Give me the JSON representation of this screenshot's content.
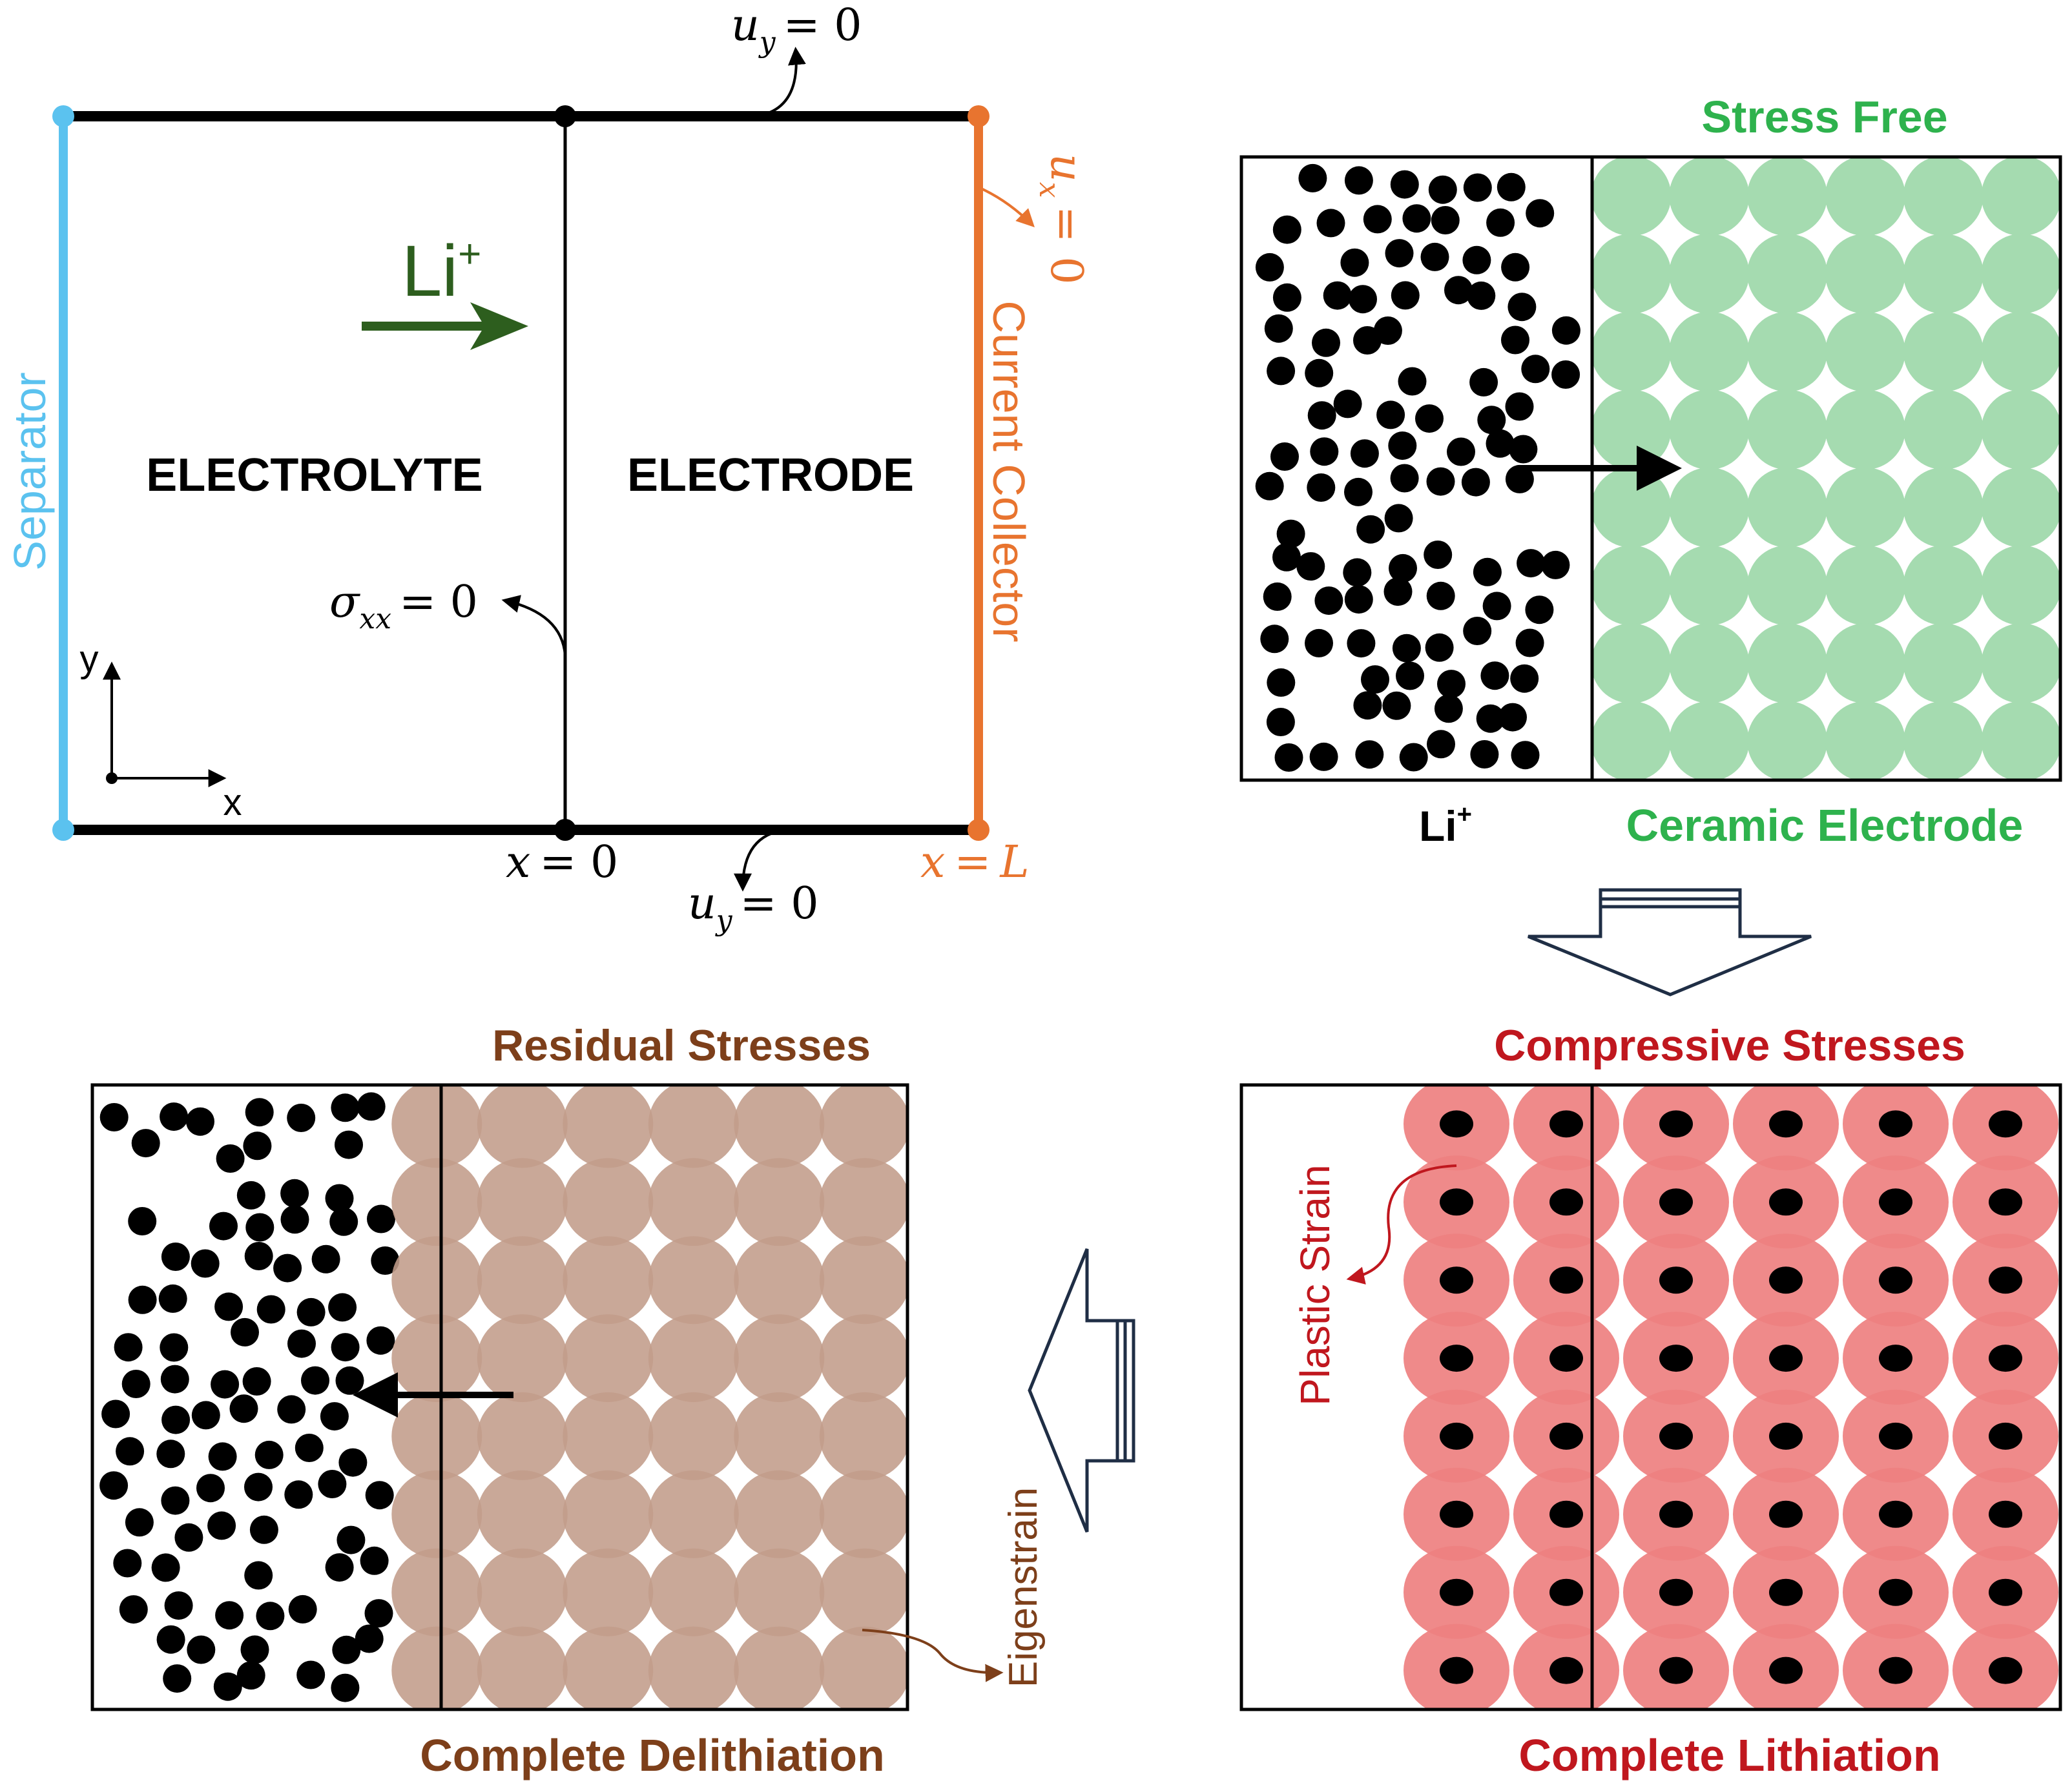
{
  "schematic": {
    "electrolyte_label": "ELECTROLYTE",
    "electrode_label": "ELECTRODE",
    "separator_label": "Separator",
    "current_collector_label": "Current Collector",
    "ion_label": "Li",
    "ion_charge": "+",
    "bc_uy": {
      "var": "u",
      "sub": "y",
      "rhs": "= 0"
    },
    "bc_ux": {
      "var": "u",
      "sub": "x",
      "rhs": "= 0"
    },
    "bc_sigma": {
      "var": "σ",
      "sub": "xx",
      "rhs": "= 0"
    },
    "x0_label": {
      "lhs": "x",
      "rhs": "= 0"
    },
    "xL_label": {
      "lhs": "x",
      "mid": "=",
      "rhs": "L"
    },
    "axis_x": "x",
    "axis_y": "y",
    "colors": {
      "separator": "#5bc2ef",
      "collector": "#e8742f",
      "ion_arrow": "#2d5e1e",
      "line": "#000000"
    }
  },
  "panel_stress_free": {
    "title": "Stress Free",
    "left_caption": "Li",
    "left_caption_charge": "+",
    "right_caption": "Ceramic Electrode",
    "colors": {
      "title": "#2eb24d",
      "grain": "#a5dbb0"
    }
  },
  "panel_lithiation": {
    "title": "Compressive Stresses",
    "caption": "Complete Lithiation",
    "annotation": "Plastic Strain",
    "colors": {
      "title": "#c0171e",
      "grain": "#ee8080",
      "overlap": "#d6343c"
    }
  },
  "panel_delithiation": {
    "title": "Residual Stresses",
    "caption": "Complete Delithiation",
    "annotation": "Eigenstrain",
    "colors": {
      "title": "#7d3f1a",
      "grain": "#c29c8a",
      "overlap": "#a47662"
    }
  }
}
